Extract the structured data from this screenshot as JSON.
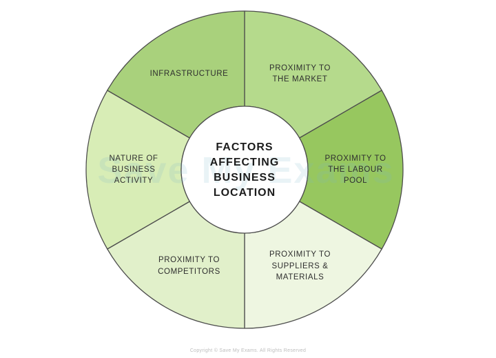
{
  "diagram": {
    "center_title_lines": [
      "FACTORS",
      "AFFECTING",
      "BUSINESS",
      "LOCATION"
    ],
    "stroke_color": "#4d4d4d",
    "center_fill": "#ffffff",
    "segments": [
      {
        "id": "proximity-to-the-market",
        "lines": [
          "PROXIMITY TO",
          "THE MARKET"
        ],
        "color": "#b5da8c",
        "center_angle_deg": 60
      },
      {
        "id": "proximity-to-the-labour-pool",
        "lines": [
          "PROXIMITY TO",
          "THE LABOUR",
          "POOL"
        ],
        "color": "#97c75f",
        "center_angle_deg": 0
      },
      {
        "id": "proximity-to-suppliers-materials",
        "lines": [
          "PROXIMITY TO",
          "SUPPLIERS &",
          "MATERIALS"
        ],
        "color": "#eef6e1",
        "center_angle_deg": -60
      },
      {
        "id": "proximity-to-competitors",
        "lines": [
          "PROXIMITY TO",
          "COMPETITORS"
        ],
        "color": "#e1f0ca",
        "center_angle_deg": -120
      },
      {
        "id": "nature-of-business-activity",
        "lines": [
          "NATURE OF",
          "BUSINESS",
          "ACTIVITY"
        ],
        "color": "#d8edb6",
        "center_angle_deg": 180
      },
      {
        "id": "infrastructure",
        "lines": [
          "INFRASTRUCTURE"
        ],
        "color": "#a9d17c",
        "center_angle_deg": 120
      }
    ]
  },
  "watermark": {
    "text": "Save My Exams"
  },
  "footer": {
    "copyright": "Copyright © Save My Exams. All Rights Reserved"
  }
}
